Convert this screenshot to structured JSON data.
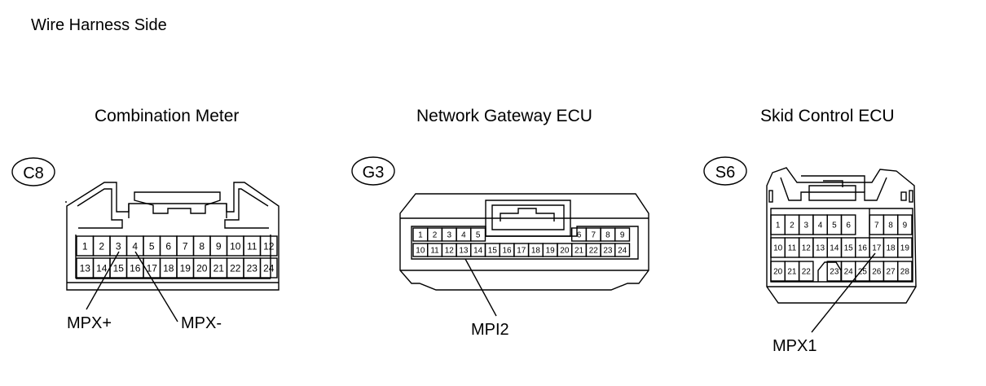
{
  "page": {
    "heading": "Wire Harness Side"
  },
  "connectors": [
    {
      "id": "C8",
      "title": "Combination Meter",
      "rows": [
        [
          "1",
          "2",
          "3",
          "4",
          "5",
          "6",
          "7",
          "8",
          "9",
          "10",
          "11",
          "12"
        ],
        [
          "13",
          "14",
          "15",
          "16",
          "17",
          "18",
          "19",
          "20",
          "21",
          "22",
          "23",
          "24"
        ]
      ],
      "pins": [
        {
          "label": "MPX+",
          "pin": "3"
        },
        {
          "label": "MPX-",
          "pin": "4"
        }
      ]
    },
    {
      "id": "G3",
      "title": "Network Gateway ECU",
      "rows": [
        [
          "1",
          "2",
          "3",
          "4",
          "5",
          "",
          "",
          "",
          "",
          "",
          "",
          "6",
          "7",
          "8",
          "9"
        ],
        [
          "10",
          "11",
          "12",
          "13",
          "14",
          "15",
          "16",
          "17",
          "18",
          "19",
          "20",
          "21",
          "22",
          "23",
          "24"
        ]
      ],
      "pins": [
        {
          "label": "MPI2",
          "pin": "13"
        }
      ]
    },
    {
      "id": "S6",
      "title": "Skid Control ECU",
      "rows": [
        [
          "1",
          "2",
          "3",
          "4",
          "5",
          "6",
          "",
          "7",
          "8",
          "9"
        ],
        [
          "10",
          "11",
          "12",
          "13",
          "14",
          "15",
          "16",
          "17",
          "18",
          "19"
        ],
        [
          "20",
          "21",
          "22",
          "",
          "23",
          "24",
          "25",
          "26",
          "27",
          "28"
        ]
      ],
      "pins": [
        {
          "label": "MPX1",
          "pin": "17"
        }
      ]
    }
  ]
}
